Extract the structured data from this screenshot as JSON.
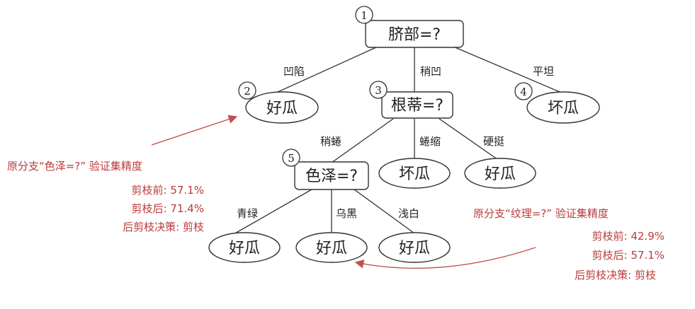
{
  "tree": {
    "nodes": {
      "n1": {
        "number": "1",
        "label": "脐部=?"
      },
      "n2": {
        "number": "2",
        "label": "好瓜"
      },
      "n3": {
        "number": "3",
        "label": "根蒂=?"
      },
      "n4": {
        "number": "4",
        "label": "坏瓜"
      },
      "n5": {
        "number": "5",
        "label": "色泽=?"
      },
      "l_shrink": {
        "label": "坏瓜"
      },
      "l_stiff": {
        "label": "好瓜"
      },
      "l_green": {
        "label": "好瓜"
      },
      "l_black": {
        "label": "好瓜"
      },
      "l_white": {
        "label": "好瓜"
      }
    },
    "edges": {
      "aoxian": "凹陷",
      "shaoao": "稍凹",
      "pingtan": "平坦",
      "shaoquan": "稍蜷",
      "quansuo": "蜷缩",
      "yingting": "硬挺",
      "qinglv": "青绿",
      "wuhei": "乌黑",
      "qianbai": "浅白"
    }
  },
  "annotations": {
    "left": {
      "title": "原分支“色泽=?” 验证集精度",
      "before": "剪枝前: 57.1%",
      "after": "剪枝后: 71.4%",
      "decision": "后剪枝决策: 剪枝"
    },
    "right": {
      "title": "原分支“纹理=?” 验证集精度",
      "before": "剪枝前: 42.9%",
      "after": "剪枝后: 57.1%",
      "decision": "后剪枝决策: 剪枝"
    }
  },
  "colors": {
    "annotation": "#b93b3b",
    "line": "#333333"
  }
}
